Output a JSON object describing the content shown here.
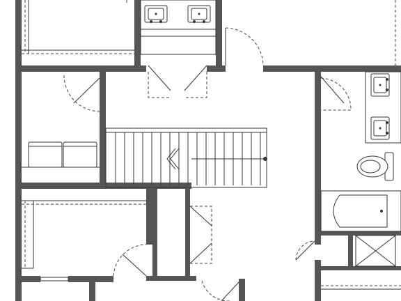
{
  "plan": {
    "rooms": [
      {
        "id": "bath-upper-left",
        "fixtures": [
          "double-vanity"
        ]
      },
      {
        "id": "laundry",
        "fixtures": [
          "washer",
          "dryer"
        ]
      },
      {
        "id": "stair-hall",
        "fixtures": [
          "stairs"
        ]
      },
      {
        "id": "bath-right",
        "fixtures": [
          "double-vanity",
          "toilet",
          "bathtub",
          "shower"
        ]
      },
      {
        "id": "bedroom-left",
        "fixtures": [
          "closet"
        ]
      }
    ],
    "colors": {
      "wall": "#555555",
      "line": "#333333",
      "background": "#ffffff"
    }
  }
}
